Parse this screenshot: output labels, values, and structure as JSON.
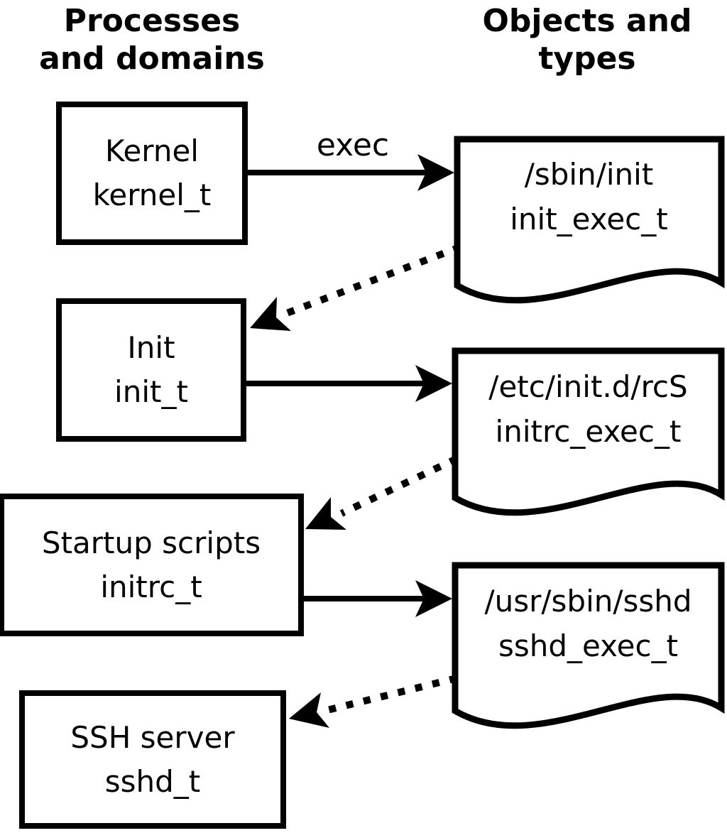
{
  "diagram": {
    "column_titles": {
      "left": {
        "line1": "Processes",
        "line2": "and domains"
      },
      "right": {
        "line1": "Objects and",
        "line2": "types"
      }
    },
    "process_boxes": [
      {
        "name": "Kernel",
        "type": "kernel_t"
      },
      {
        "name": "Init",
        "type": "init_t"
      },
      {
        "name": "Startup scripts",
        "type": "initrc_t"
      },
      {
        "name": "SSH server",
        "type": "sshd_t"
      }
    ],
    "object_documents": [
      {
        "path": "/sbin/init",
        "type": "init_exec_t"
      },
      {
        "path": "/etc/init.d/rcS",
        "type": "initrc_exec_t"
      },
      {
        "path": "/usr/sbin/sshd",
        "type": "sshd_exec_t"
      }
    ],
    "arrow_labels": {
      "exec": "exec"
    },
    "colors": {
      "foreground": "#000000",
      "background": "#ffffff"
    }
  }
}
